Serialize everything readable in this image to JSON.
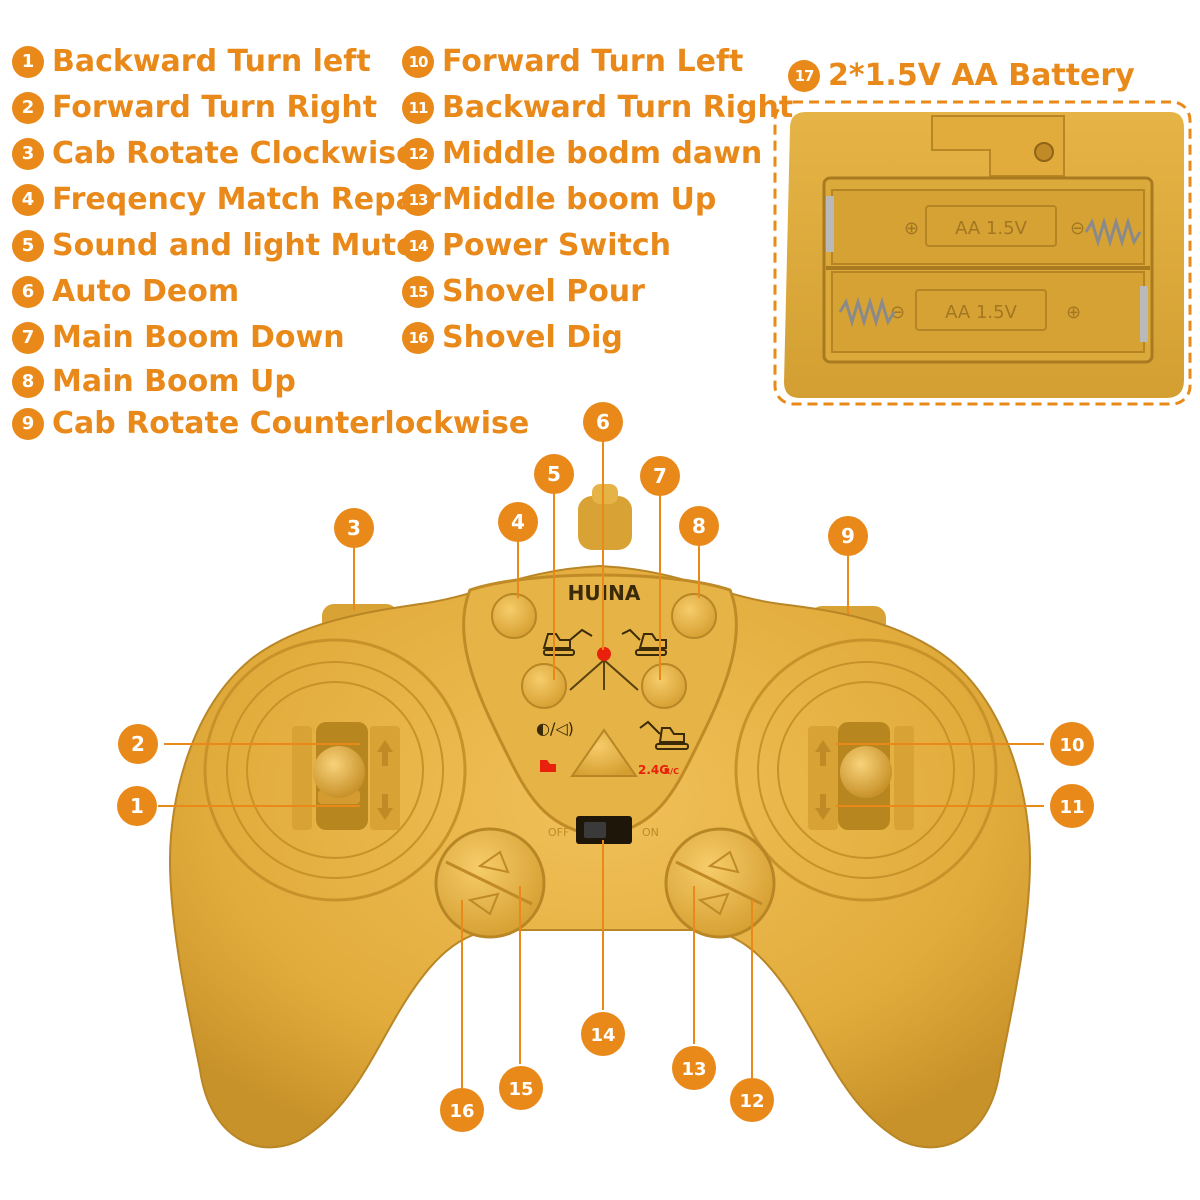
{
  "legend": [
    {
      "n": "1",
      "text": "Backward Turn left"
    },
    {
      "n": "2",
      "text": "Forward Turn Right"
    },
    {
      "n": "3",
      "text": "Cab Rotate Clockwise"
    },
    {
      "n": "4",
      "text": "Freqency Match Repair"
    },
    {
      "n": "5",
      "text": "Sound and light Mute"
    },
    {
      "n": "6",
      "text": "Auto Deom"
    },
    {
      "n": "7",
      "text": "Main Boom Down"
    },
    {
      "n": "8",
      "text": "Main Boom Up"
    },
    {
      "n": "9",
      "text": "Cab Rotate Counterlockwise"
    },
    {
      "n": "10",
      "text": "Forward Turn Left"
    },
    {
      "n": "11",
      "text": "Backward Turn Right"
    },
    {
      "n": "12",
      "text": "Middle bodm dawn"
    },
    {
      "n": "13",
      "text": "Middle boom Up"
    },
    {
      "n": "14",
      "text": "Power Switch"
    },
    {
      "n": "15",
      "text": "Shovel Pour"
    },
    {
      "n": "16",
      "text": "Shovel Dig"
    }
  ],
  "battery": {
    "n": "17",
    "title": "2*1.5V AA Battery",
    "cell_label_top": "AA 1.5V",
    "cell_label_bottom": "AA 1.5V"
  },
  "controller": {
    "brand": "HUINA",
    "freq_label": "2.4G",
    "freq_suffix": "R/C",
    "switch_off": "OFF",
    "switch_on": "ON"
  },
  "callouts": [
    "1",
    "2",
    "3",
    "4",
    "5",
    "6",
    "7",
    "8",
    "9",
    "10",
    "11",
    "12",
    "13",
    "14",
    "15",
    "16"
  ],
  "colors": {
    "accent": "#e8891a",
    "body": "#e2ac3c",
    "body_dark": "#c48e22",
    "body_light": "#f1c25a",
    "background": "#ffffff",
    "led": "#e8200c"
  }
}
